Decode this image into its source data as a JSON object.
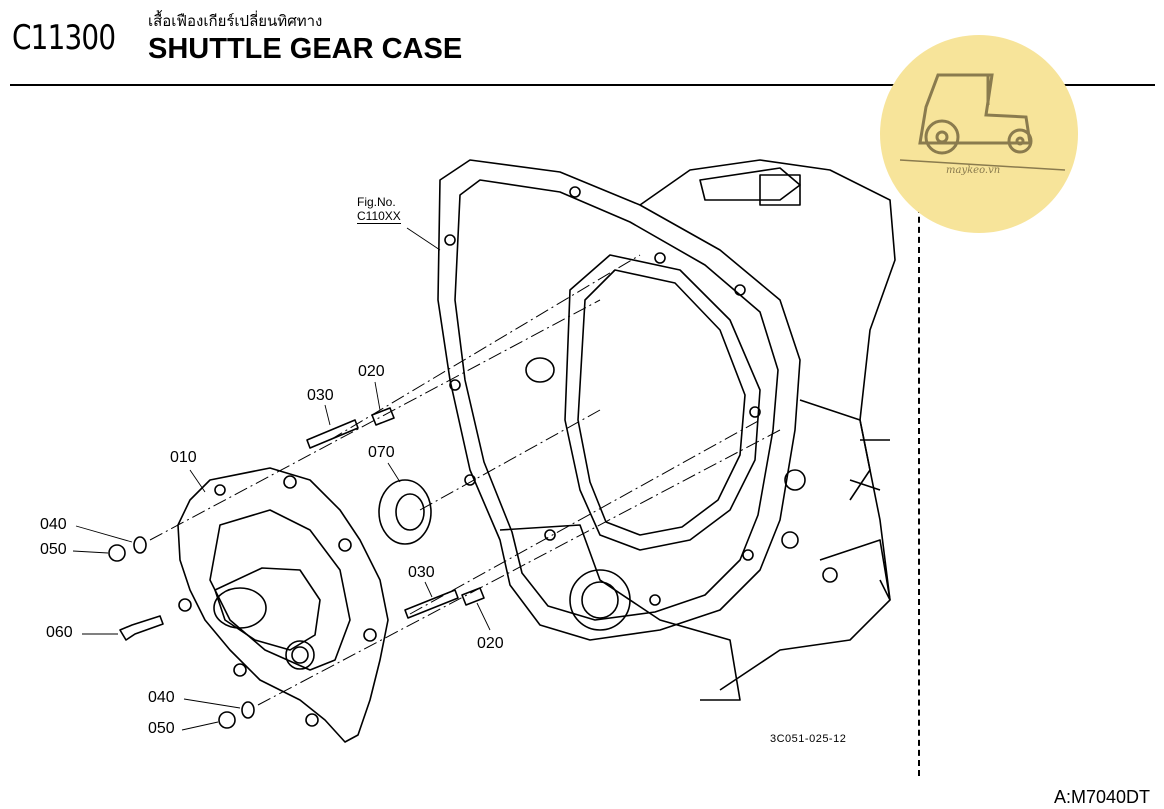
{
  "header": {
    "code": "C11300",
    "title_thai": "เสื้อเฟืองเกียร์เปลี่ยนทิศทาง",
    "title_en": "SHUTTLE GEAR CASE"
  },
  "figure_ref": {
    "line1": "Fig.No.",
    "line2": "C110XX"
  },
  "callouts": {
    "c010": "010",
    "c020_top": "020",
    "c020_bottom": "020",
    "c030_top": "030",
    "c030_bottom": "030",
    "c040_top": "040",
    "c040_bottom": "040",
    "c050_top": "050",
    "c050_bottom": "050",
    "c060": "060",
    "c070": "070"
  },
  "image_code": "3C051-025-12",
  "model_ref": "A:M7040DT",
  "watermark": {
    "text": "maykeo.vn",
    "icon": "tractor-icon",
    "color": "#f7e49a"
  }
}
